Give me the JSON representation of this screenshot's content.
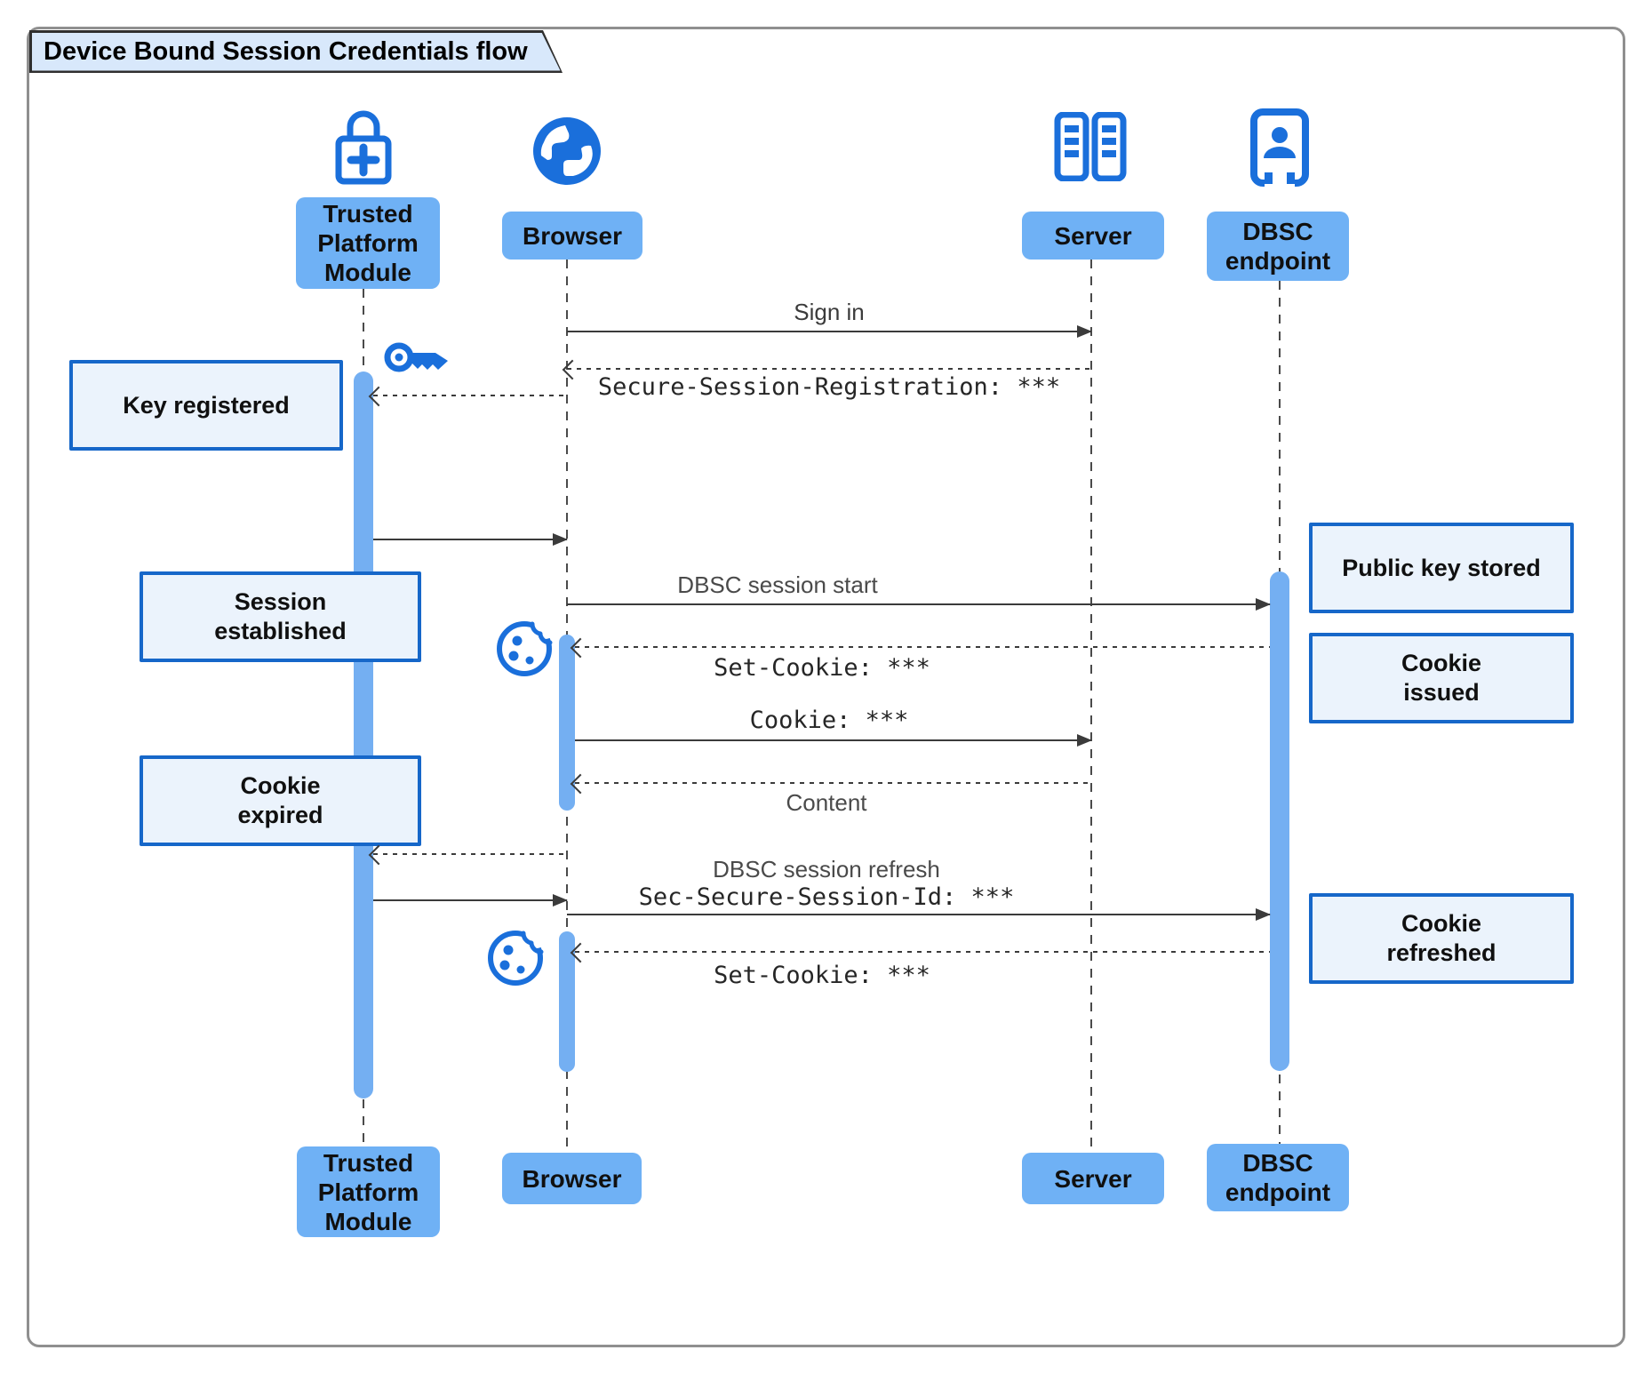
{
  "title": "Device Bound Session Credentials flow",
  "colors": {
    "accent_blue": "#1a6fdb",
    "actor_box_fill": "#6fb1f5",
    "activation_fill": "#74aff2",
    "note_fill": "#ebf3fc",
    "note_border": "#1667c9",
    "title_tab_fill": "#d8e8fb",
    "line_color": "#3b3b3b"
  },
  "actors": [
    {
      "id": "tpm",
      "label": "Trusted\nPlatform\nModule",
      "icon": "lock-plus-icon"
    },
    {
      "id": "browser",
      "label": "Browser",
      "icon": "globe-icon"
    },
    {
      "id": "server",
      "label": "Server",
      "icon": "server-racks-icon"
    },
    {
      "id": "dbsc",
      "label": "DBSC\nendpoint",
      "icon": "kiosk-person-icon"
    }
  ],
  "messages": [
    {
      "label": "Sign in",
      "from": "Browser",
      "to": "Server",
      "style": "solid"
    },
    {
      "label": "Secure-Session-Registration: ***",
      "from": "Server",
      "to": "Browser",
      "style": "dashed"
    },
    {
      "label": "",
      "from": "Browser",
      "to": "Trusted Platform Module",
      "style": "dashed",
      "icon": "key-icon"
    },
    {
      "label": "",
      "from": "Trusted Platform Module",
      "to": "Browser",
      "style": "solid"
    },
    {
      "label": "DBSC session start",
      "from": "Browser",
      "to": "DBSC endpoint",
      "style": "solid"
    },
    {
      "label": "Set-Cookie: ***",
      "from": "DBSC endpoint",
      "to": "Browser",
      "style": "dashed",
      "icon": "cookie-icon"
    },
    {
      "label": "Cookie: ***",
      "from": "Browser",
      "to": "Server",
      "style": "solid"
    },
    {
      "label": "Content",
      "from": "Server",
      "to": "Browser",
      "style": "dashed"
    },
    {
      "label": "",
      "from": "Browser",
      "to": "Trusted Platform Module",
      "style": "dashed"
    },
    {
      "label": "",
      "from": "Trusted Platform Module",
      "to": "Browser",
      "style": "solid"
    },
    {
      "label": "DBSC session refresh",
      "label2": "Sec-Secure-Session-Id: ***",
      "from": "Browser",
      "to": "DBSC endpoint",
      "style": "solid"
    },
    {
      "label": "Set-Cookie: ***",
      "from": "DBSC endpoint",
      "to": "Browser",
      "style": "dashed",
      "icon": "cookie-icon"
    }
  ],
  "notes": [
    {
      "label": "Key registered",
      "side": "left"
    },
    {
      "label": "Session\nestablished",
      "side": "left"
    },
    {
      "label": "Cookie\nexpired",
      "side": "left"
    },
    {
      "label": "Public key stored",
      "side": "right"
    },
    {
      "label": "Cookie\nissued",
      "side": "right"
    },
    {
      "label": "Cookie\nrefreshed",
      "side": "right"
    }
  ]
}
